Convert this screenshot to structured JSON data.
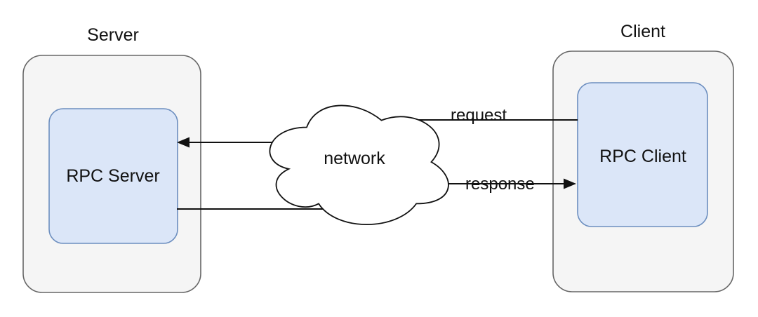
{
  "colors": {
    "background": "#ffffff",
    "group_fill": "#f5f5f5",
    "group_stroke": "#666666",
    "node_fill": "#dbe6f8",
    "node_stroke": "#6c8ebf",
    "line": "#111111",
    "text": "#111111"
  },
  "nodes": {
    "server_group": {
      "label": "Server"
    },
    "rpc_server": {
      "label": "RPC Server"
    },
    "network_cloud": {
      "label": "network"
    },
    "client_group": {
      "label": "Client"
    },
    "rpc_client": {
      "label": "RPC Client"
    }
  },
  "edges": {
    "request": {
      "label": "request",
      "from": "rpc_client",
      "to": "rpc_server"
    },
    "response": {
      "label": "response",
      "from": "rpc_server",
      "to": "rpc_client"
    }
  }
}
